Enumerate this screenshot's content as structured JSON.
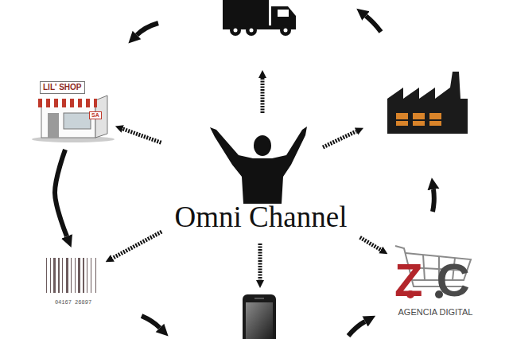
{
  "diagram": {
    "nodes": [
      {
        "text": [
          "Omni Channel"
        ]
      },
      {
        "text": [
          "LIL' SHOP",
          "SA"
        ]
      },
      {
        "text": [
          "04167 26897"
        ]
      },
      {
        "text": [
          "Z",
          "C",
          "AGENCIA DIGITAL"
        ]
      }
    ],
    "edges": [
      {
        "from": 0,
        "to": 1,
        "arrow": "to"
      },
      {
        "from": 0,
        "to": 2,
        "arrow": "to"
      },
      {
        "from": 0,
        "to": 3,
        "arrow": "to"
      },
      {
        "from": 1,
        "to": 2,
        "arrow": "to"
      }
    ]
  }
}
